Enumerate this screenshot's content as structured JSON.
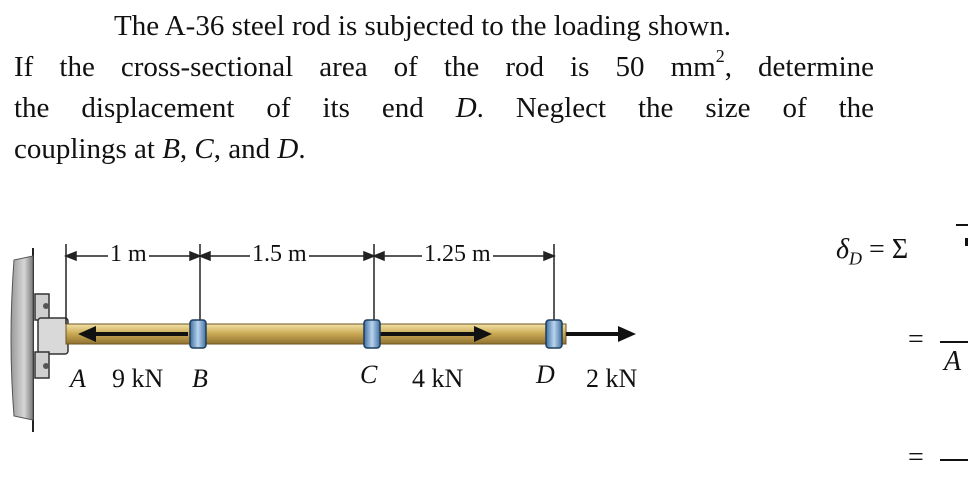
{
  "problem": {
    "line1": "The A-36 steel rod is subjected to the loading shown.",
    "line2_a": "If the cross-sectional area of the rod is 50 mm",
    "line2_sup": "2",
    "line2_b": ", determine",
    "line3_a": "the displacement of its end ",
    "line3_var": "D",
    "line3_b": ". Neglect the size of the",
    "line4_a": "couplings at ",
    "line4_B": "B",
    "line4_sep1": ", ",
    "line4_C": "C",
    "line4_sep2": ", and ",
    "line4_D": "D",
    "line4_end": "."
  },
  "figure": {
    "dimensions": [
      "1 m",
      "1.5 m",
      "1.25 m"
    ],
    "points": [
      "A",
      "B",
      "C",
      "D"
    ],
    "loads": [
      "9 kN",
      "4 kN",
      "2 kN"
    ]
  },
  "solution": {
    "delta_symbol": "δ",
    "delta_sub": "D",
    "equals": "=",
    "sigma": "Σ",
    "partial_A": "A"
  }
}
